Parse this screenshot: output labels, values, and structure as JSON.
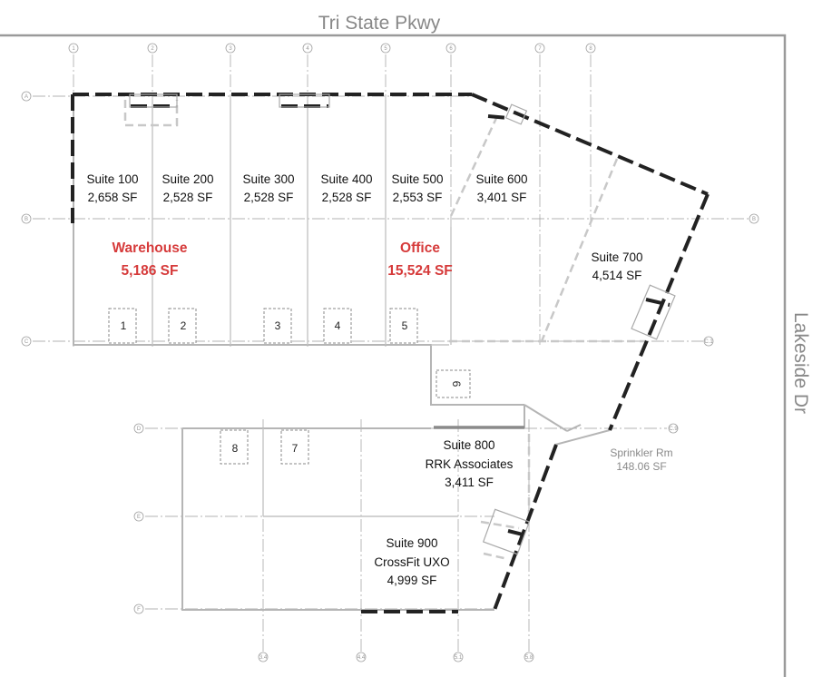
{
  "streets": {
    "top": "Tri State Pkwy",
    "right": "Lakeside Dr"
  },
  "grid_bubbles": {
    "top": [
      "1",
      "2",
      "3",
      "4",
      "5",
      "6",
      "7",
      "8"
    ],
    "left": [
      "A",
      "B",
      "C",
      "D",
      "E",
      "F"
    ],
    "right": [
      "B",
      "C.1",
      "C.9"
    ],
    "bottom": [
      "3.4",
      "4.4",
      "5.1",
      "5.8"
    ]
  },
  "suites": [
    {
      "name": "Suite 100",
      "area": "2,658 SF"
    },
    {
      "name": "Suite 200",
      "area": "2,528 SF"
    },
    {
      "name": "Suite 300",
      "area": "2,528 SF"
    },
    {
      "name": "Suite 400",
      "area": "2,528 SF"
    },
    {
      "name": "Suite 500",
      "area": "2,553 SF"
    },
    {
      "name": "Suite 600",
      "area": "3,401 SF"
    },
    {
      "name": "Suite 700",
      "area": "4,514 SF"
    },
    {
      "name": "Suite 800",
      "tenant": "RRK Associates",
      "area": "3,411 SF"
    },
    {
      "name": "Suite 900",
      "tenant": "CrossFit UXO",
      "area": "4,999 SF"
    }
  ],
  "zones": {
    "warehouse": {
      "label": "Warehouse",
      "area": "5,186 SF"
    },
    "office": {
      "label": "Office",
      "area": "15,524 SF"
    }
  },
  "sprinkler_room": {
    "label": "Sprinkler Rm",
    "area": "148.06 SF"
  },
  "docks": [
    "1",
    "2",
    "3",
    "4",
    "5",
    "6",
    "7",
    "8"
  ],
  "colors": {
    "highlight_text": "#d63b3b",
    "street_text": "#888888",
    "wall": "#222222",
    "light_line": "#bbbbbb"
  }
}
